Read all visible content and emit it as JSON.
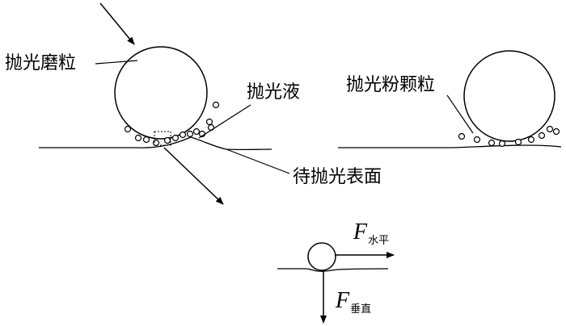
{
  "labels": {
    "abrasive_grain": "抛光磨粒",
    "polishing_liquid": "抛光液",
    "powder_particle": "抛光粉颗粒",
    "surface_to_polish": "待抛光表面"
  },
  "forces": {
    "horizontal": {
      "symbol": "F",
      "subscript": "水平"
    },
    "vertical": {
      "symbol": "F",
      "subscript": "垂直"
    }
  },
  "colors": {
    "ink": "#000000",
    "background": "#ffffff"
  }
}
